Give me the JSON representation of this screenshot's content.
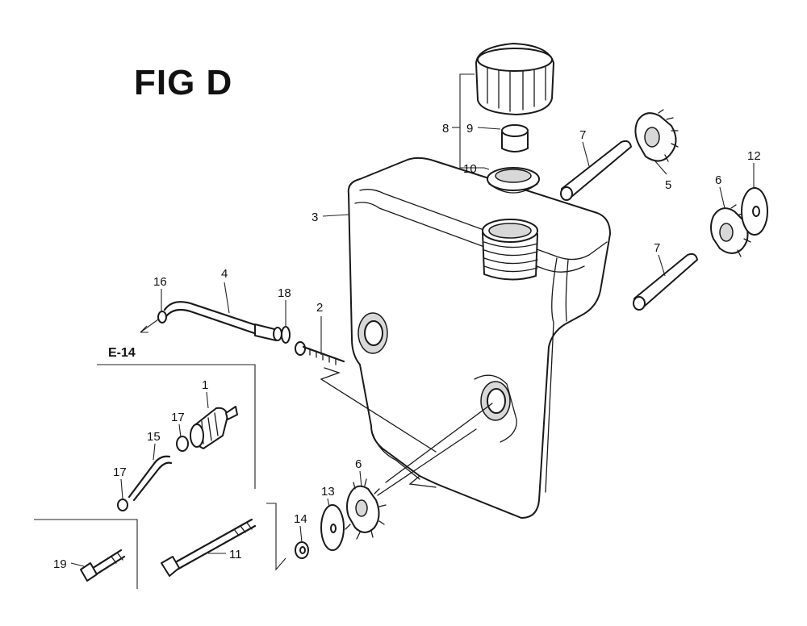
{
  "figure": {
    "title": "FIG D"
  },
  "labels": {
    "p1": "1",
    "p2": "2",
    "p3": "3",
    "p4": "4",
    "p5": "5",
    "p6a": "6",
    "p6b": "6",
    "p7a": "7",
    "p7b": "7",
    "p8": "8",
    "p9": "9",
    "p10": "10",
    "p11": "11",
    "p12": "12",
    "p13": "13",
    "p14": "14",
    "p15": "15",
    "p16": "16",
    "p17a": "17",
    "p17b": "17",
    "p18": "18",
    "p19": "19",
    "ref": "E-14"
  }
}
